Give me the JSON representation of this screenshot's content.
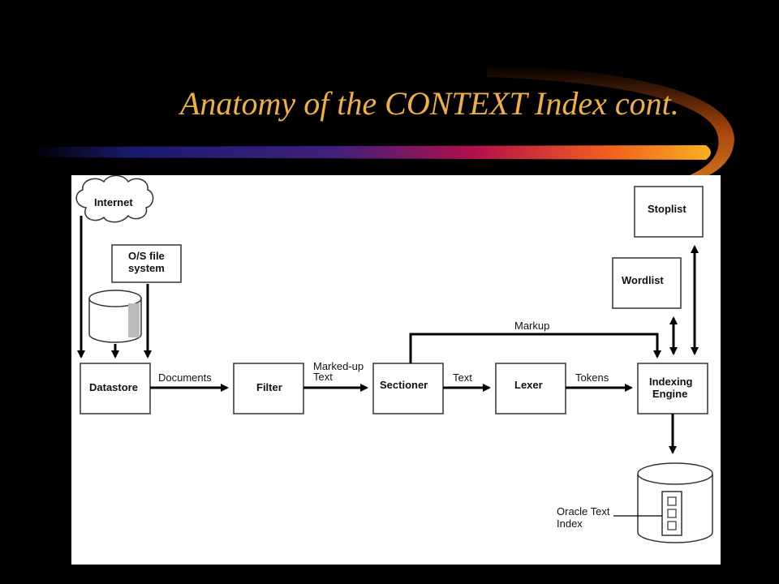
{
  "slide": {
    "title": "Anatomy of the CONTEXT Index cont.",
    "colors": {
      "background": "#000000",
      "title": "#f0b040",
      "swoosh_start": "#1a1a80",
      "swoosh_mid": "#b0104a",
      "swoosh_end": "#f8a010"
    }
  },
  "diagram": {
    "nodes": {
      "internet": "Internet",
      "os_file_system_line1": "O/S file",
      "os_file_system_line2": "system",
      "datastore": "Datastore",
      "filter": "Filter",
      "sectioner": "Sectioner",
      "lexer": "Lexer",
      "indexing_engine_line1": "Indexing",
      "indexing_engine_line2": "Engine",
      "stoplist": "Stoplist",
      "wordlist": "Wordlist",
      "oracle_text_index_line1": "Oracle Text",
      "oracle_text_index_line2": "Index"
    },
    "edges": {
      "documents": "Documents",
      "marked_up_text_line1": "Marked-up",
      "marked_up_text_line2": "Text",
      "text": "Text",
      "tokens": "Tokens",
      "markup": "Markup"
    }
  }
}
